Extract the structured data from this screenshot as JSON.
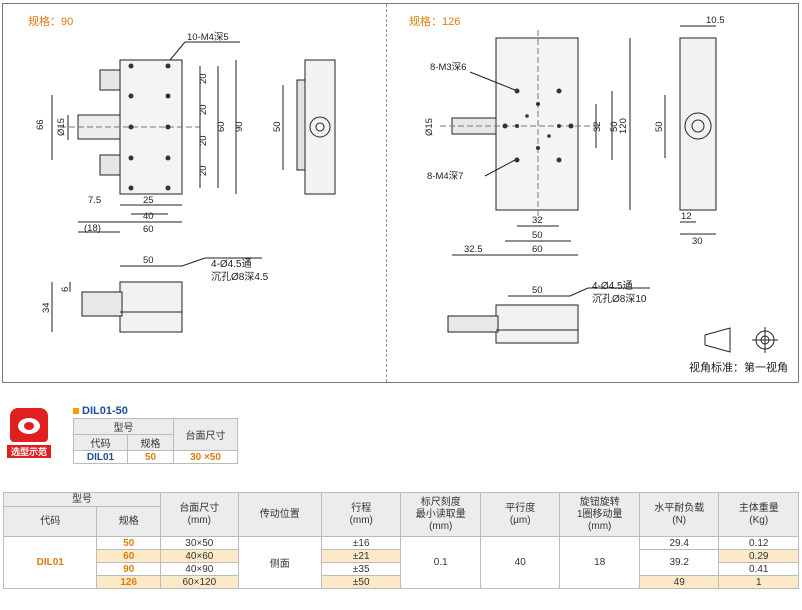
{
  "left_view": {
    "spec_label": "规格：90",
    "top_dims": {
      "holes": "10-M4深5",
      "d15": "Ø15",
      "h66": "66",
      "pitch20": "20",
      "h60": "60",
      "h90": "90",
      "w7_5": "7.5",
      "w25": "25",
      "w40": "40",
      "w18": "(18)",
      "w60": "60",
      "side50": "50"
    },
    "front_dims": {
      "w50": "50",
      "h6": "6",
      "h34": "34"
    },
    "front_note": [
      "4-Ø4.5通",
      "沉孔Ø8深4.5"
    ]
  },
  "right_view": {
    "spec_label": "规格：126",
    "top_dims": {
      "holes_m3": "8-M3深6",
      "holes_m4": "8-M4深7",
      "d15": "Ø15",
      "h32": "32",
      "h50": "50",
      "h120": "120",
      "w32": "32",
      "w50": "50",
      "w32_5": "32.5",
      "w60": "60",
      "side10_5": "10.5",
      "side50": "50",
      "side12": "12",
      "side30": "30"
    },
    "front_dims": {
      "w50": "50"
    },
    "front_note": [
      "4-Ø4.5通",
      "沉孔Ø8深10"
    ],
    "projection_label": "视角标准：第一视角"
  },
  "example": {
    "badge": "选型示范",
    "title": "DIL01-50",
    "headers": {
      "model": "型号",
      "code": "代码",
      "spec": "规格",
      "table_size": "台面尺寸"
    },
    "row": {
      "code": "DIL01",
      "spec": "50",
      "table_size": "30 ×50"
    }
  },
  "spec_table": {
    "headers": {
      "model": "型号",
      "code": "代码",
      "spec": "规格",
      "table_size": "台面尺寸\n(mm)",
      "drive": "传动位置",
      "stroke": "行程\n(mm)",
      "scale": "标尺刻度\n最小读取量\n(mm)",
      "parallel": "平行度\n(μm)",
      "knob": "旋钮旋转\n1圈移动量\n(mm)",
      "load": "水平耐负载\n(N)",
      "weight": "主体重量\n(Kg)"
    },
    "code": "DIL01",
    "drive": "侧面",
    "scale": "0.1",
    "parallel": "40",
    "knob": "18",
    "rows": [
      {
        "spec": "50",
        "size": "30×50",
        "stroke": "±16",
        "load": "29.4",
        "weight": "0.12"
      },
      {
        "spec": "60",
        "size": "40×60",
        "stroke": "±21",
        "load": "39.2",
        "weight": "0.29"
      },
      {
        "spec": "90",
        "size": "40×90",
        "stroke": "±35",
        "load": "",
        "weight": "0.41"
      },
      {
        "spec": "126",
        "size": "60×120",
        "stroke": "±50",
        "load": "49",
        "weight": "1"
      }
    ]
  }
}
